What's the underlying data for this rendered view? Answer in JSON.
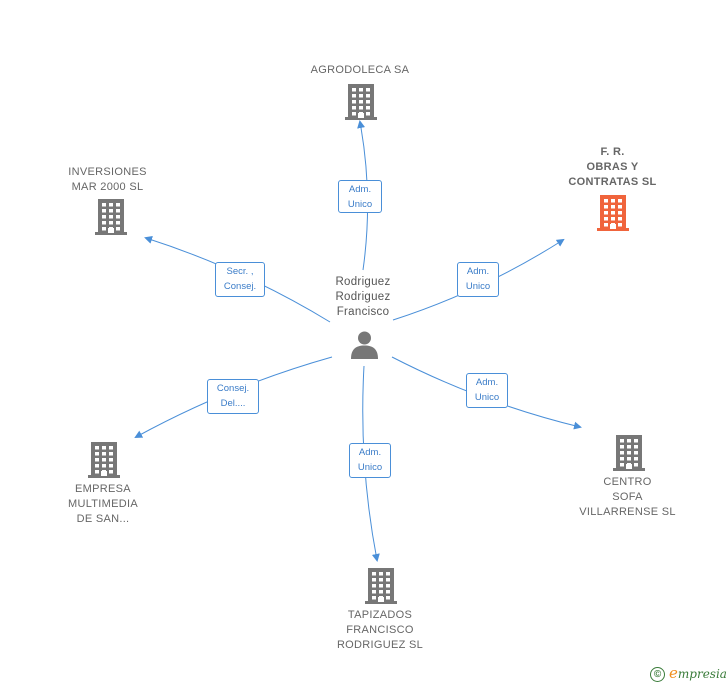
{
  "center": {
    "name_lines": [
      "Rodriguez",
      "Rodriguez",
      "Francisco"
    ],
    "icon": "person-icon"
  },
  "companies": [
    {
      "id": "agrodoleca",
      "lines": [
        "AGRODOLECA SA"
      ],
      "highlight": false,
      "relation": [
        "Adm.",
        "Unico"
      ]
    },
    {
      "id": "fr-obras",
      "lines": [
        "F. R.",
        "OBRAS Y",
        "CONTRATAS SL"
      ],
      "highlight": true,
      "relation": [
        "Adm.",
        "Unico"
      ]
    },
    {
      "id": "centro-sofa",
      "lines": [
        "CENTRO",
        "SOFA",
        "VILLARRENSE SL"
      ],
      "highlight": false,
      "relation": [
        "Adm.",
        "Unico"
      ]
    },
    {
      "id": "tapizados",
      "lines": [
        "TAPIZADOS",
        "FRANCISCO",
        "RODRIGUEZ SL"
      ],
      "highlight": false,
      "relation": [
        "Adm.",
        "Unico"
      ]
    },
    {
      "id": "empresa-multimedia",
      "lines": [
        "EMPRESA",
        "MULTIMEDIA",
        "DE SAN..."
      ],
      "highlight": false,
      "relation": [
        "Consej.",
        "Del...."
      ]
    },
    {
      "id": "inversiones",
      "lines": [
        "INVERSIONES",
        "MAR 2000 SL"
      ],
      "highlight": false,
      "relation": [
        "Secr. ,",
        "Consej."
      ]
    }
  ],
  "colors": {
    "edge": "#4a8fd8",
    "building": "#777777",
    "building_highlight": "#f0643c",
    "person": "#777777"
  },
  "icons": {
    "company": "building-icon",
    "person": "person-icon"
  },
  "brand": {
    "copyright": "©",
    "e": "e",
    "rest": "mpresia"
  }
}
